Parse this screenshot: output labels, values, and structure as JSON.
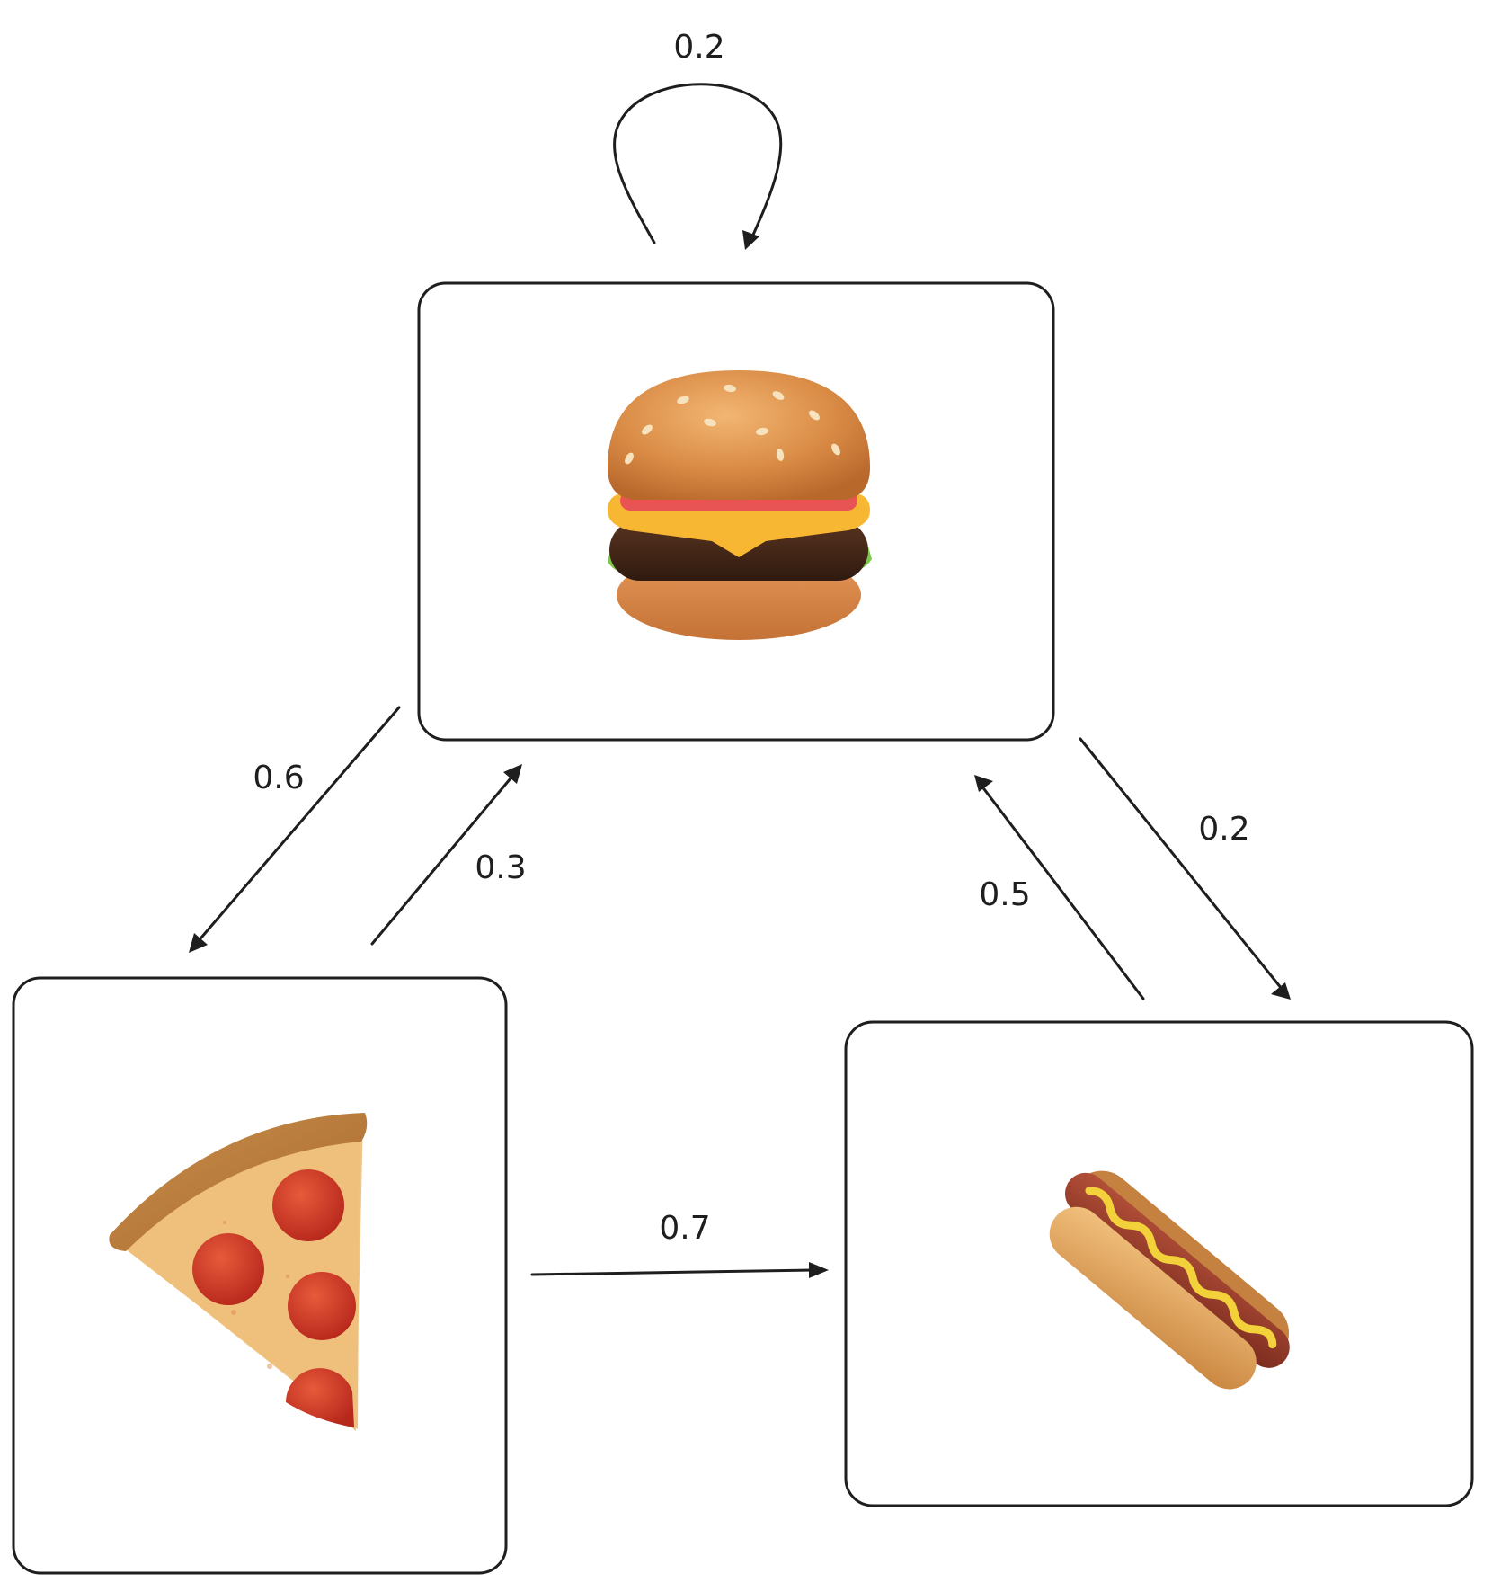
{
  "nodes": {
    "burger": {
      "icon": "hamburger-icon"
    },
    "pizza": {
      "icon": "pizza-slice-icon"
    },
    "hotdog": {
      "icon": "hot-dog-icon"
    }
  },
  "edges": {
    "burger_self": {
      "from": "burger",
      "to": "burger",
      "label": "0.2"
    },
    "burger_pizza": {
      "from": "burger",
      "to": "pizza",
      "label": "0.6"
    },
    "pizza_burger": {
      "from": "pizza",
      "to": "burger",
      "label": "0.3"
    },
    "burger_hotdog": {
      "from": "burger",
      "to": "hotdog",
      "label": "0.2"
    },
    "hotdog_burger": {
      "from": "hotdog",
      "to": "burger",
      "label": "0.5"
    },
    "pizza_hotdog": {
      "from": "pizza",
      "to": "hotdog",
      "label": "0.7"
    }
  },
  "colors": {
    "stroke": "#1e1e1e",
    "background": "#ffffff"
  }
}
